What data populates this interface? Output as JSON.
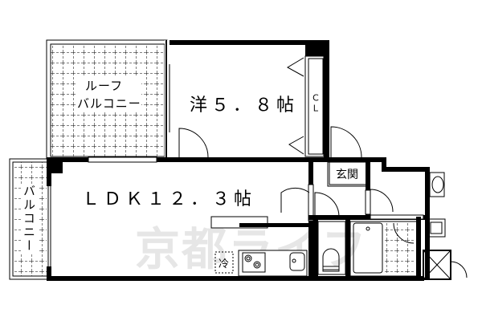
{
  "floorplan": {
    "rooms": {
      "western_room": "洋５．８帖",
      "ldk": "ＬＤＫ１２．３帖",
      "closet": "ＣＬ",
      "entrance": "玄関",
      "fridge": "冷"
    },
    "balconies": {
      "roof_balcony_line1": "ルーフ",
      "roof_balcony_line2": "バルコニー",
      "side_balcony": "バルコニー"
    },
    "watermark": "京都ライフ"
  },
  "colors": {
    "wall": "#000000",
    "background": "#ffffff",
    "watermark": "#e6e6e6"
  }
}
